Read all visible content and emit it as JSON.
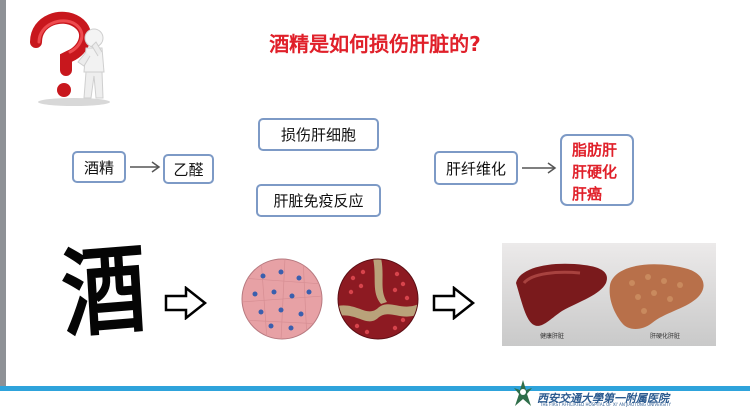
{
  "title": "酒精是如何损伤肝脏的?",
  "flow": {
    "alcohol": "酒精",
    "acetaldehyde": "乙醛",
    "damage_cells": "损伤肝细胞",
    "immune": "肝脏免疫反应",
    "fibrosis": "肝纤维化",
    "outcomes": [
      "脂肪肝",
      "肝硬化",
      "肝癌"
    ]
  },
  "images": {
    "calligraphy_char": "酒",
    "healthy_liver_label": "健康肝脏",
    "cirrhotic_liver_label": "肝硬化肝脏"
  },
  "footer": {
    "hospital_name": "西安交通大學第一附属医院",
    "hospital_english": "THE FIRST AFFILIATED HOSPITAL OF XI' AN JIAOTONG UNIVERSITY"
  },
  "colors": {
    "title_red": "#e0202a",
    "box_border": "#7d9ac6",
    "footer_blue": "#2ea3db"
  }
}
